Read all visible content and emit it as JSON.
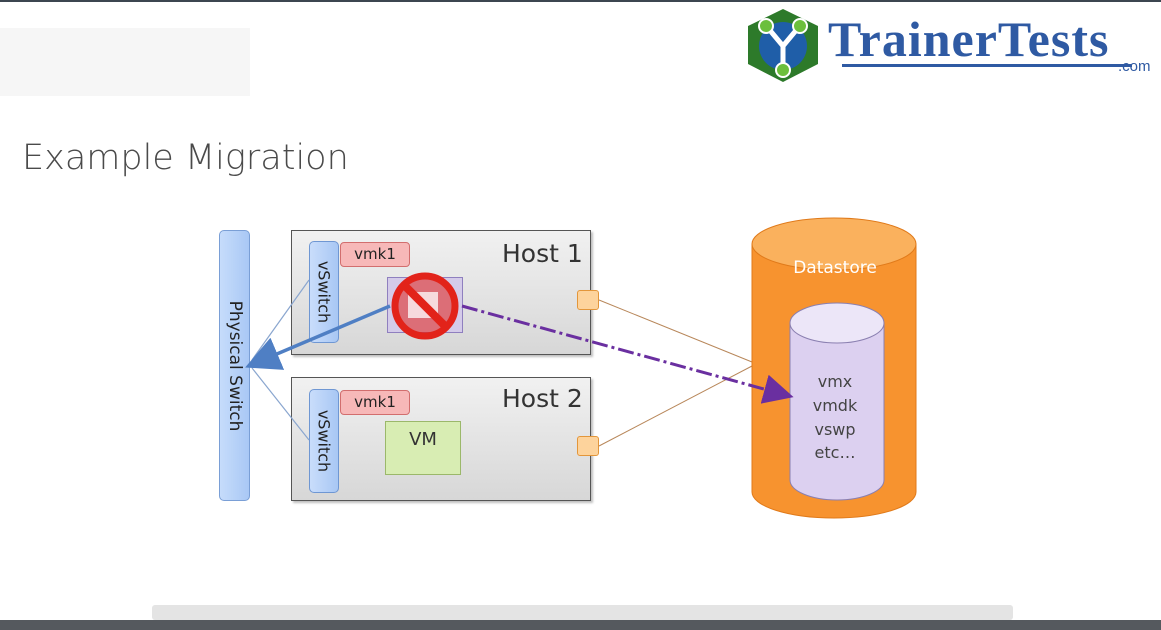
{
  "slide": {
    "title": "Example Migration"
  },
  "logo": {
    "word": "TrainerTests",
    "suffix": ".com"
  },
  "diagram": {
    "physical_switch": "Physical Switch",
    "hosts": [
      {
        "label": "Host 1",
        "vswitch": "vSwitch",
        "vmk": "vmk1"
      },
      {
        "label": "Host 2",
        "vswitch": "vSwitch",
        "vmk": "vmk1",
        "vm": "VM"
      }
    ],
    "datastore": {
      "label": "Datastore",
      "files": [
        "vmx",
        "vmdk",
        "vswp",
        "etc…"
      ]
    }
  },
  "colors": {
    "datastore": "#f7932f",
    "file_cylinder": "#dcd0f0",
    "arrow_vmotion": "#4f7fc4",
    "arrow_storage": "#6a2fa0",
    "no_symbol": "#e2231a"
  }
}
